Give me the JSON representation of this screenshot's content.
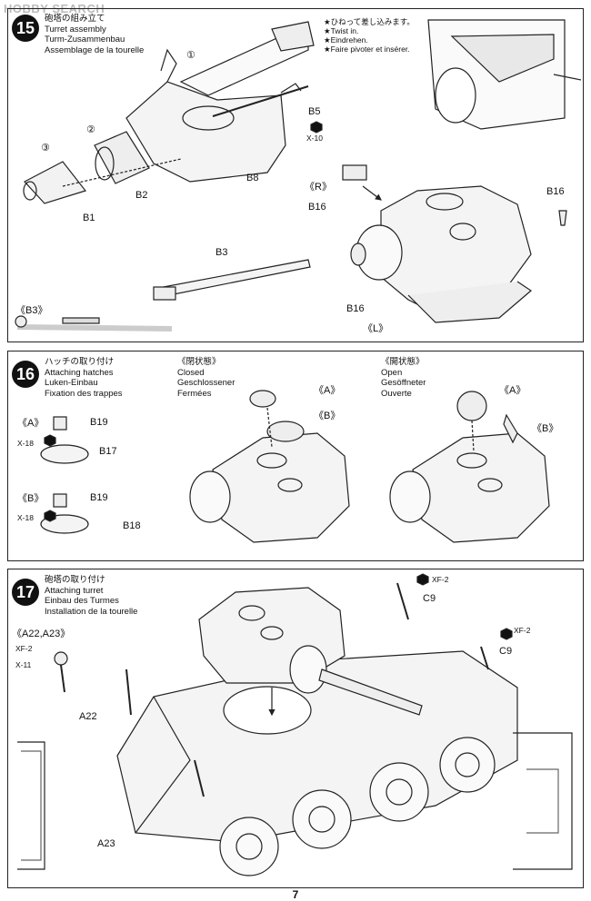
{
  "watermark": "HOBBY SEARCH",
  "page_number": "7",
  "step15": {
    "number": "15",
    "title_lines": [
      "砲塔の組み立て",
      "Turret assembly",
      "Turm-Zusammenbau",
      "Assemblage de la tourelle"
    ],
    "twist_lines": [
      "★ひねって差し込みます。",
      "★Twist in.",
      "★Eindrehen.",
      "★Faire pivoter et insérer."
    ],
    "order_marks": [
      "①",
      "②",
      "③"
    ],
    "parts": {
      "b1": "B1",
      "b2": "B2",
      "b5": "B5",
      "b8": "B8",
      "b3": "B3",
      "b16a": "B16",
      "b16b": "B16",
      "b16c": "B16"
    },
    "paint_b5": "X-10",
    "markers": {
      "r": "《R》",
      "l": "《L》",
      "b3": "《B3》"
    }
  },
  "step16": {
    "number": "16",
    "title_lines": [
      "ハッチの取り付け",
      "Attaching hatches",
      "Luken-Einbau",
      "Fixation des trappes"
    ],
    "closed_lines": [
      "《閉状態》",
      "Closed",
      "Geschlossener",
      "Fermées"
    ],
    "open_lines": [
      "《開状態》",
      "Open",
      "Gesöffneter",
      "Ouverte"
    ],
    "markers": {
      "a": "《A》",
      "b": "《B》"
    },
    "parts": {
      "b19": "B19",
      "b17": "B17",
      "b18": "B18"
    },
    "paint": "X-18"
  },
  "step17": {
    "number": "17",
    "title_lines": [
      "砲塔の取り付け",
      "Attaching turret",
      "Einbau des Turmes",
      "Installation de la tourelle"
    ],
    "marker": "《A22,A23》",
    "parts": {
      "c9a": "C9",
      "c9b": "C9",
      "a22": "A22",
      "a23": "A23"
    },
    "paints": {
      "xf2a": "XF-2",
      "xf2b": "XF-2",
      "xf2c": "XF-2",
      "x11": "X-11"
    }
  }
}
